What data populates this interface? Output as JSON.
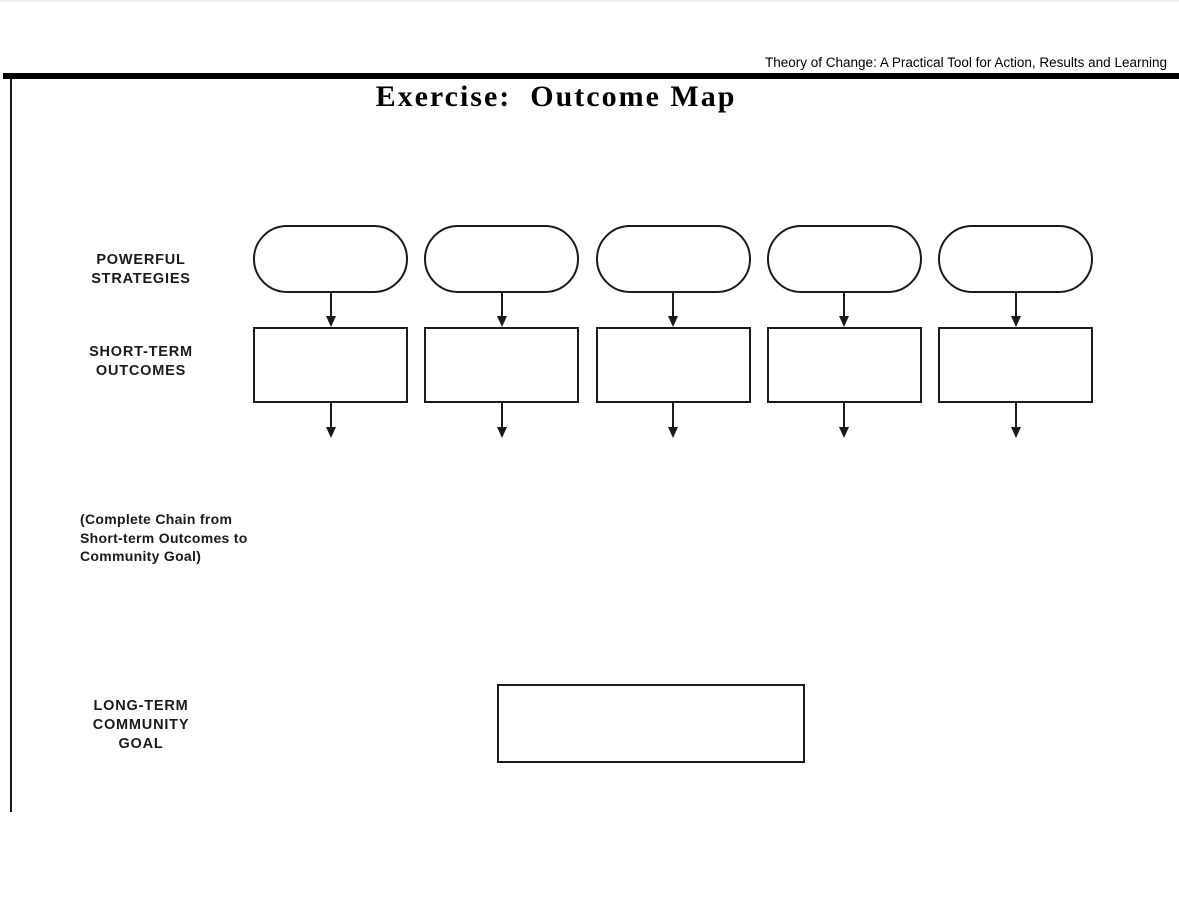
{
  "page": {
    "running_header": "Theory of Change: A Practical Tool for Action, Results and Learning",
    "title": "Exercise:  Outcome Map"
  },
  "labels": {
    "strategies": "POWERFUL\nSTRATEGIES",
    "short_term_outcomes": "SHORT-TERM\nOUTCOMES",
    "chain_note": "(Complete Chain from\nShort-term Outcomes to\nCommunity Goal)",
    "long_term_goal": "LONG-TERM\nCOMMUNITY\nGOAL"
  },
  "diagram": {
    "columns": [
      {
        "strategy": "",
        "short_term_outcome": ""
      },
      {
        "strategy": "",
        "short_term_outcome": ""
      },
      {
        "strategy": "",
        "short_term_outcome": ""
      },
      {
        "strategy": "",
        "short_term_outcome": ""
      },
      {
        "strategy": "",
        "short_term_outcome": ""
      }
    ],
    "long_term_goal": ""
  },
  "colors": {
    "line": "#1a1a1a",
    "text": "#000000",
    "background": "#ffffff"
  }
}
